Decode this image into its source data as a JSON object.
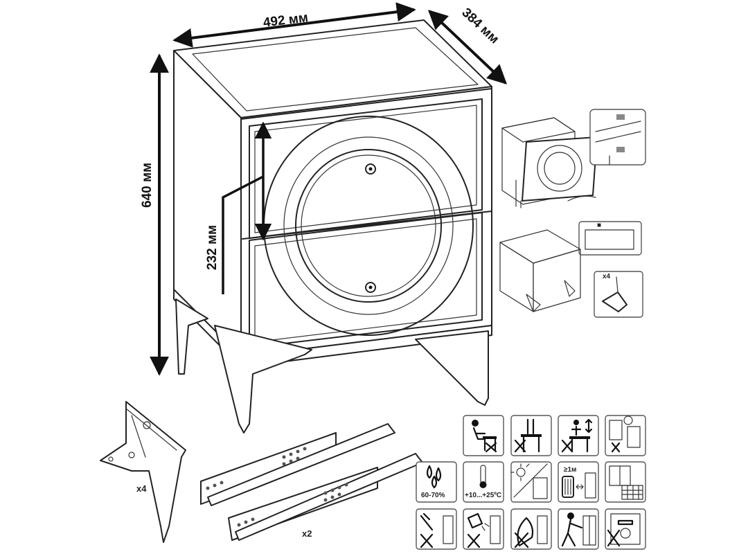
{
  "dimensions": {
    "width": "492 мм",
    "depth": "384 мм",
    "height": "640 мм",
    "drawer_height": "232 мм"
  },
  "parts": {
    "legs_count": "x4",
    "rails_count": "x2",
    "assembly_legs_count": "x4"
  },
  "care_icons": {
    "humidity": "60-70%",
    "temperature": "+10...+25ºC",
    "wall_distance": "≥1м"
  }
}
